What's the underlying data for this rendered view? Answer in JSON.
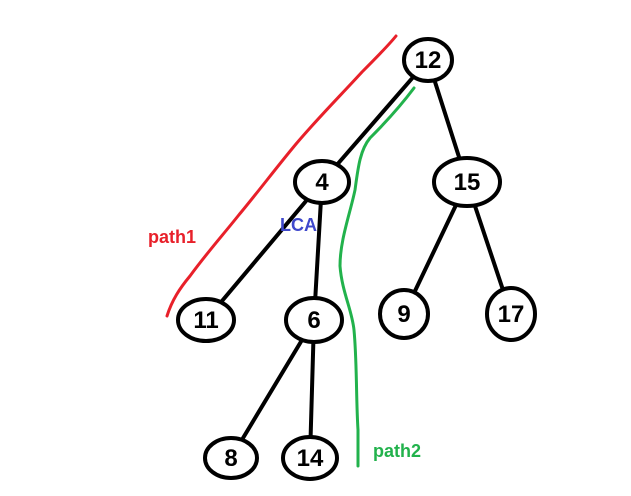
{
  "colors": {
    "path1": "#e8202a",
    "path2": "#22b24c",
    "lca": "#3f48cc",
    "node_stroke": "#000000"
  },
  "nodes": [
    {
      "id": "n12",
      "label": "12"
    },
    {
      "id": "n4",
      "label": "4"
    },
    {
      "id": "n15",
      "label": "15"
    },
    {
      "id": "n11",
      "label": "11"
    },
    {
      "id": "n6",
      "label": "6"
    },
    {
      "id": "n9",
      "label": "9"
    },
    {
      "id": "n17",
      "label": "17"
    },
    {
      "id": "n8",
      "label": "8"
    },
    {
      "id": "n14",
      "label": "14"
    }
  ],
  "edges": [
    {
      "from": "n12",
      "to": "n4"
    },
    {
      "from": "n12",
      "to": "n15"
    },
    {
      "from": "n4",
      "to": "n11"
    },
    {
      "from": "n4",
      "to": "n6"
    },
    {
      "from": "n15",
      "to": "n9"
    },
    {
      "from": "n15",
      "to": "n17"
    },
    {
      "from": "n6",
      "to": "n8"
    },
    {
      "from": "n6",
      "to": "n14"
    }
  ],
  "annotations": {
    "path1": "path1",
    "path2": "path2",
    "lca": "LCA"
  }
}
